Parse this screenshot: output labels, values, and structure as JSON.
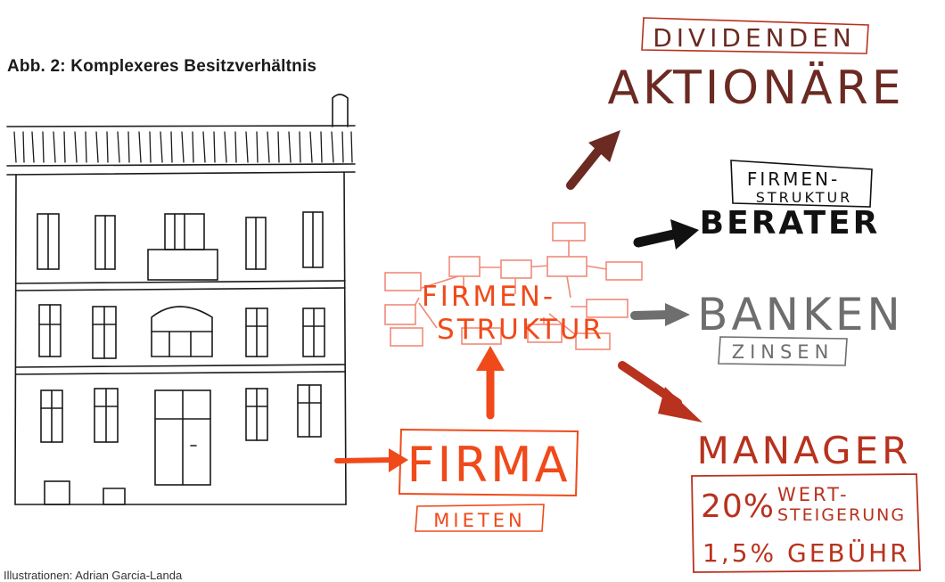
{
  "title": "Abb. 2: Komplexeres Besitzverhältnis",
  "credit": "Illustrationen: Adrian Garcia-Landa",
  "nodes": {
    "firma": "FIRMA",
    "mieten": "MIETEN",
    "structure_line1": "FIRMEN-",
    "structure_line2": "STRUKTUR",
    "aktionaere": "AKTIONÄRE",
    "dividenden": "DIVIDENDEN",
    "berater": "BERATER",
    "berater_tag_line1": "FIRMEN-",
    "berater_tag_line2": "STRUKTUR",
    "banken": "BANKEN",
    "zinsen": "ZINSEN",
    "manager": "MANAGER",
    "manager_box_line1": "20%",
    "manager_box_line2": "WERT-",
    "manager_box_line3": "STEIGERUNG",
    "manager_box_line4": "1,5% GEBÜHR"
  },
  "colors": {
    "orange": "#f04a1a",
    "salmon": "#f08a7a",
    "dark_brown": "#6b2a22",
    "rust": "#b8321e",
    "gray": "#6e6e6e",
    "black": "#111111"
  }
}
